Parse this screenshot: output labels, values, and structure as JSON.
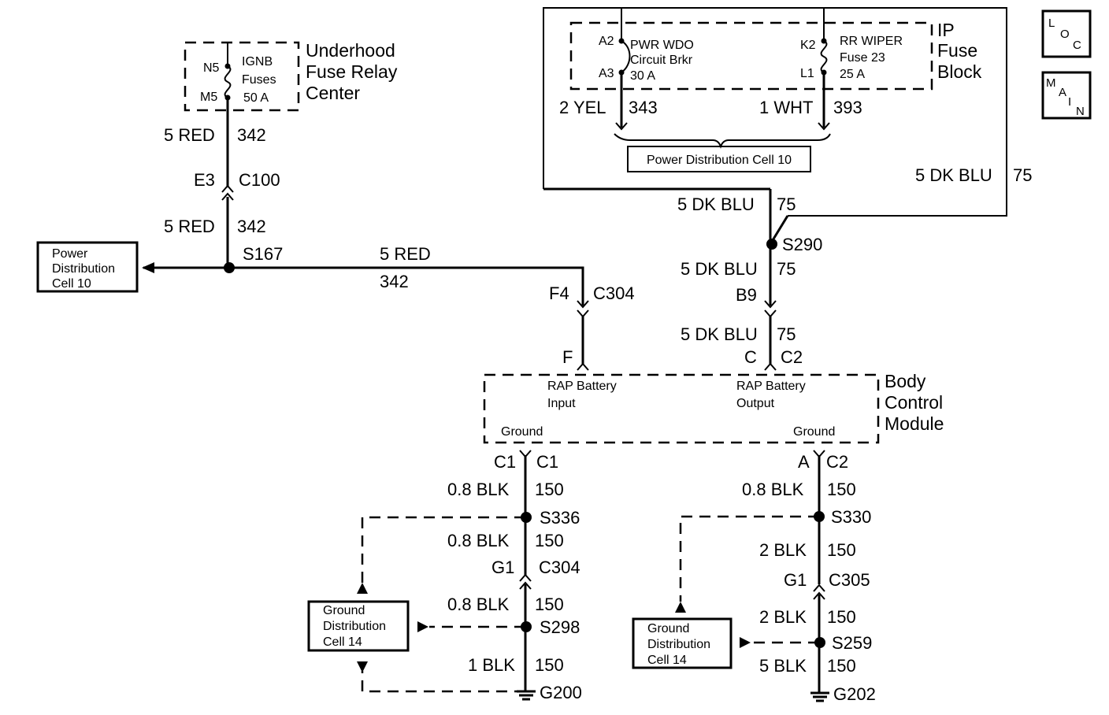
{
  "underhood": {
    "title": [
      "Underhood",
      "Fuse Relay",
      "Center"
    ],
    "pin_top": "N5",
    "pin_bottom": "M5",
    "fuse_label": [
      "IGNB",
      "Fuses",
      "50 A"
    ]
  },
  "ip_fuse_block": {
    "title": [
      "IP",
      "Fuse",
      "Block"
    ],
    "left_pin_top": "A2",
    "left_pin_bottom": "A3",
    "left_device": [
      "PWR WDO",
      "Circuit Brkr",
      "30 A"
    ],
    "right_pin_top": "K2",
    "right_pin_bottom": "L1",
    "right_device": [
      "RR WIPER",
      "Fuse 23",
      "25 A"
    ]
  },
  "loc_icon": {
    "letters": [
      "L",
      "O",
      "C"
    ]
  },
  "main_icon": {
    "letters": [
      "M",
      "A",
      "I",
      "N"
    ]
  },
  "wires": {
    "yel_343": {
      "color": "2 YEL",
      "circuit": "343"
    },
    "wht_393": {
      "color": "1 WHT",
      "circuit": "393"
    },
    "red_342_a": {
      "color": "5 RED",
      "circuit": "342"
    },
    "red_342_b": {
      "color": "5 RED",
      "circuit": "342"
    },
    "red_342_c": {
      "color": "5 RED",
      "circuit": "342"
    },
    "dkblu_right": {
      "color": "5 DK BLU",
      "circuit": "75"
    },
    "dkblu_a": {
      "color": "5 DK BLU",
      "circuit": "75"
    },
    "dkblu_b": {
      "color": "5 DK BLU",
      "circuit": "75"
    },
    "dkblu_c": {
      "color": "5 DK BLU",
      "circuit": "75"
    },
    "blk_l1": {
      "color": "0.8 BLK",
      "circuit": "150"
    },
    "blk_l2": {
      "color": "0.8 BLK",
      "circuit": "150"
    },
    "blk_l3": {
      "color": "0.8 BLK",
      "circuit": "150"
    },
    "blk_l4": {
      "color": "1 BLK",
      "circuit": "150"
    },
    "blk_r1": {
      "color": "0.8 BLK",
      "circuit": "150"
    },
    "blk_r2": {
      "color": "2 BLK",
      "circuit": "150"
    },
    "blk_r3": {
      "color": "2 BLK",
      "circuit": "150"
    },
    "blk_r4": {
      "color": "5 BLK",
      "circuit": "150"
    }
  },
  "connectors": {
    "c100": {
      "pin": "E3",
      "name": "C100"
    },
    "c304_top": {
      "pin": "F4",
      "name": "C304"
    },
    "b9": {
      "pin": "B9"
    },
    "bcm_f": {
      "pin": "F"
    },
    "bcm_c2_top": {
      "pin": "C",
      "name": "C2"
    },
    "bcm_c1": {
      "pin": "C1",
      "name": "C1"
    },
    "bcm_c2_bottom": {
      "pin": "A",
      "name": "C2"
    },
    "c304_bottom": {
      "pin": "G1",
      "name": "C304"
    },
    "c305": {
      "pin": "G1",
      "name": "C305"
    }
  },
  "splices": {
    "s167": "S167",
    "s290": "S290",
    "s336": "S336",
    "s298": "S298",
    "s330": "S330",
    "s259": "S259"
  },
  "grounds": {
    "g200": "G200",
    "g202": "G202"
  },
  "bcm": {
    "title": [
      "Body",
      "Control",
      "Module"
    ],
    "rap_input": [
      "RAP Battery",
      "Input"
    ],
    "rap_output": [
      "RAP Battery",
      "Output"
    ],
    "ground_left": "Ground",
    "ground_right": "Ground"
  },
  "refs": {
    "power_dist_top": "Power Distribution Cell 10",
    "power_dist_left": [
      "Power",
      "Distribution",
      "Cell 10"
    ],
    "ground_dist_left": [
      "Ground",
      "Distribution",
      "Cell 14"
    ],
    "ground_dist_right": [
      "Ground",
      "Distribution",
      "Cell 14"
    ]
  }
}
